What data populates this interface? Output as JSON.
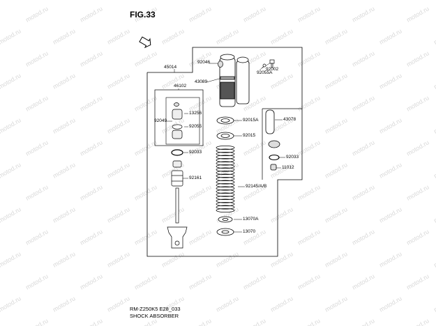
{
  "figure": {
    "title": "FIG.33"
  },
  "footer": {
    "code": "RM-Z250K5 E28_033",
    "name": "SHOCK ABSORBER"
  },
  "watermark": {
    "text": "motod.ru",
    "color": "#d9d9d9"
  },
  "callouts": [
    {
      "id": "45014",
      "text": "45014"
    },
    {
      "id": "92046",
      "text": "92046"
    },
    {
      "id": "43089",
      "text": "43089"
    },
    {
      "id": "92002",
      "text": "92002"
    },
    {
      "id": "92055A",
      "text": "92055A"
    },
    {
      "id": "46102",
      "text": "46102"
    },
    {
      "id": "13256",
      "text": "13256"
    },
    {
      "id": "92049",
      "text": "92049"
    },
    {
      "id": "92055",
      "text": "92055"
    },
    {
      "id": "92033a",
      "text": "92033"
    },
    {
      "id": "92161",
      "text": "92161"
    },
    {
      "id": "92015A",
      "text": "92015A"
    },
    {
      "id": "92015",
      "text": "92015"
    },
    {
      "id": "43078",
      "text": "43078"
    },
    {
      "id": "92033b",
      "text": "92033"
    },
    {
      "id": "11012",
      "text": "11012"
    },
    {
      "id": "92145AB",
      "text": "92145/A/B"
    },
    {
      "id": "13070A",
      "text": "13070A"
    },
    {
      "id": "13070",
      "text": "13070"
    }
  ]
}
